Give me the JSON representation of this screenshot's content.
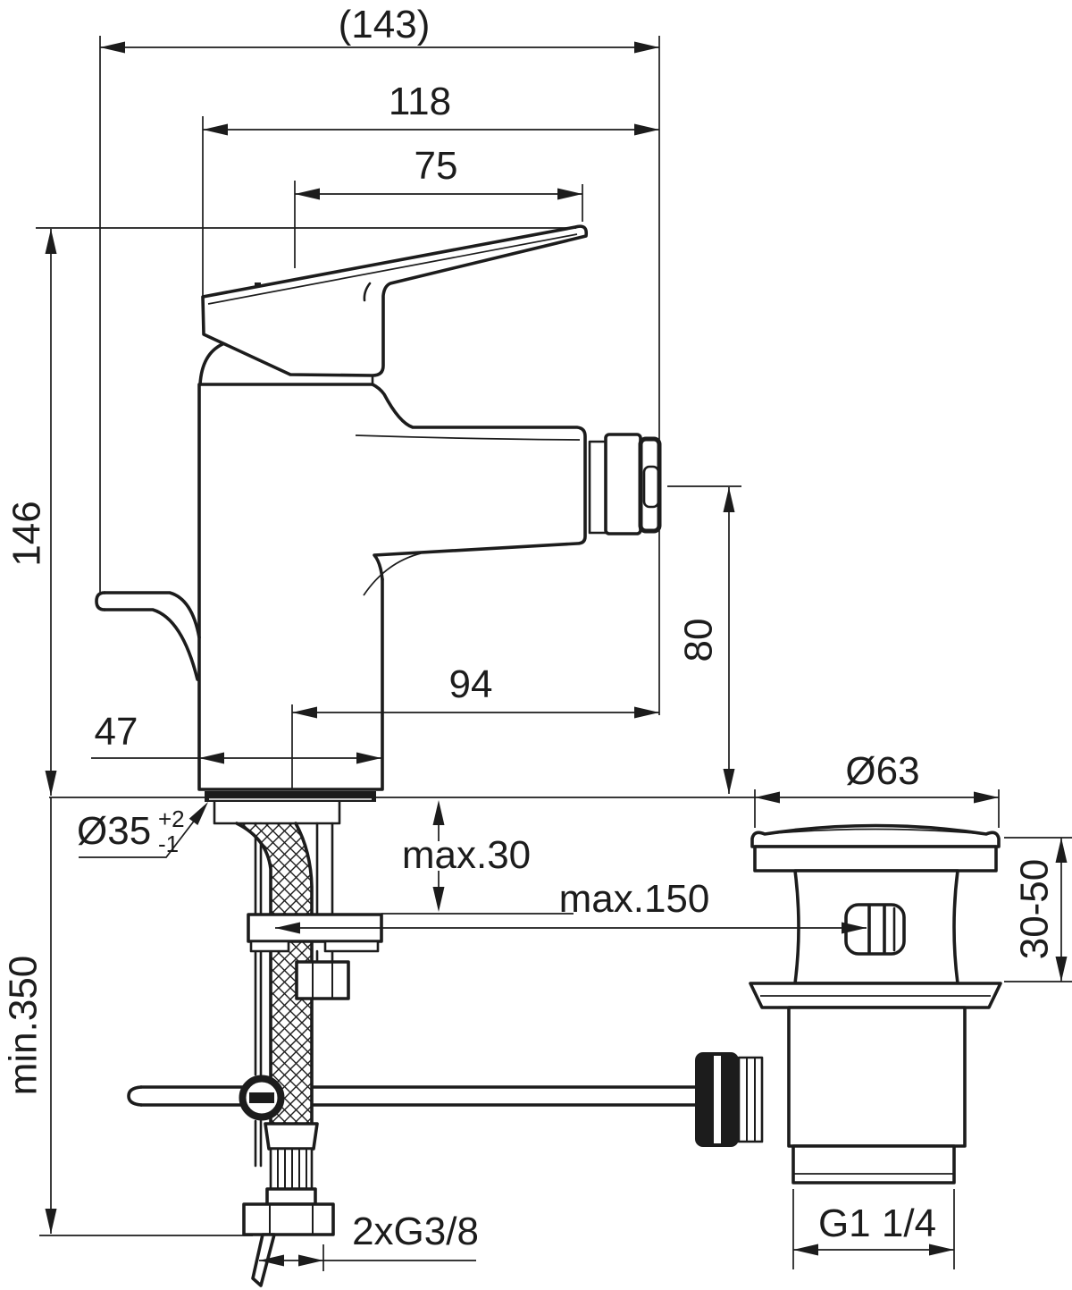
{
  "drawing": {
    "type": "technical-dimension-drawing",
    "subject": "single-lever bidet mixer with flexible supply hoses and pop-up waste drain",
    "units": "mm"
  },
  "colors": {
    "ink": "#1c1c1c",
    "paper": "#ffffff"
  },
  "labels": {
    "overall_depth": "(143)",
    "depth_to_spout_tip": "118",
    "handle_length": "75",
    "total_height": "146",
    "spout_outlet_height": "80",
    "spout_reach": "94",
    "body_depth": "47",
    "hole_diameter": "Ø35",
    "hole_tolerance_plus": "+2",
    "hole_tolerance_minus": "-1",
    "deck_thickness_max": "max.30",
    "rod_reach_max": "max.150",
    "hose_length_min": "min.350",
    "supply_thread": "2xG3/8",
    "waste_plug_diameter": "Ø63",
    "waste_clamp_range": "30-50",
    "waste_thread": "G1 1/4"
  }
}
